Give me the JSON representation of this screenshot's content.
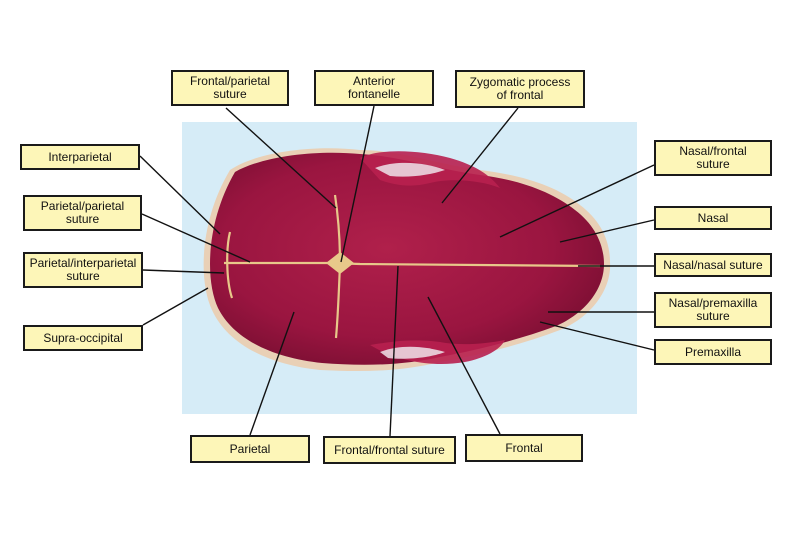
{
  "labels": {
    "frontal_parietal_suture": "Frontal/parietal\nsuture",
    "anterior_fontanelle": "Anterior\nfontanelle",
    "zygomatic_process_of_frontal": "Zygomatic process\nof frontal",
    "interparietal": "Interparietal",
    "parietal_parietal_suture": "Parietal/parietal\nsuture",
    "parietal_interparietal_suture": "Parietal/interparietal\nsuture",
    "supra_occipital": "Supra-occipital",
    "nasal_frontal_suture": "Nasal/frontal\nsuture",
    "nasal": "Nasal",
    "nasal_nasal_suture": "Nasal/nasal suture",
    "nasal_premaxilla_suture": "Nasal/premaxilla\nsuture",
    "premaxilla": "Premaxilla",
    "parietal": "Parietal",
    "frontal_frontal_suture": "Frontal/frontal suture",
    "frontal": "Frontal"
  },
  "colors": {
    "label_fill": "#fdf6b8",
    "bone_stain": "#a0183f",
    "suture": "#e8c88a",
    "photo_background": "#d6ecf7"
  }
}
